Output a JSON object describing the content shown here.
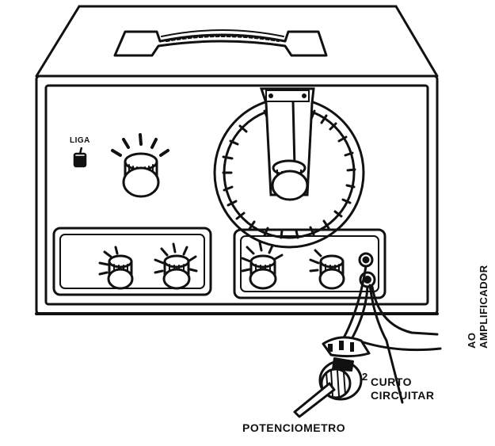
{
  "labels": {
    "power_switch": "LIGA",
    "short_circuit_line1": "CURTO",
    "short_circuit_line2": "CIRCUITAR",
    "potentiometer": "POTENCIOMETRO",
    "terminal_number": "2",
    "amplifier_line1": "AO",
    "amplifier_line2": "AMPLIFICADOR"
  },
  "colors": {
    "ink": "#111111",
    "paper": "#ffffff"
  }
}
